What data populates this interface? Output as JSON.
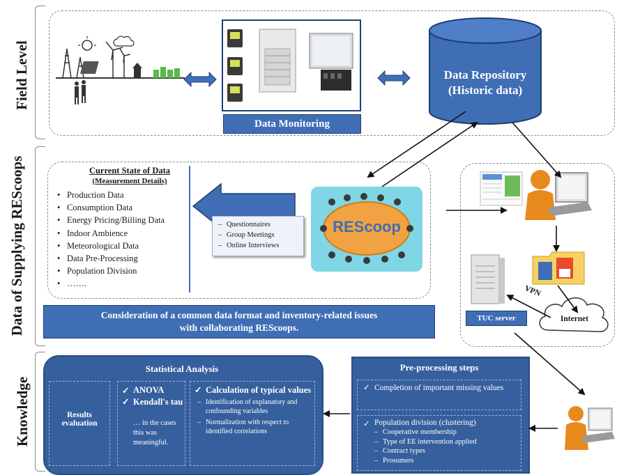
{
  "rows": {
    "field": "Field Level",
    "supply": "Data of Supplying REScoops",
    "knowledge": "Knowledge"
  },
  "field": {
    "monitoring_label": "Data Monitoring",
    "repository_line1": "Data Repository",
    "repository_line2": "(Historic data)"
  },
  "supply": {
    "state_title": "Current State of Data",
    "state_subtitle": "(Measurement Details)",
    "items": [
      "Production Data",
      "Consumption Data",
      "Energy Pricing/Billing Data",
      "Indoor Ambience",
      "Meteorological Data",
      "Data Pre-Processing",
      "Population Division",
      "……."
    ],
    "methods": [
      "Questionnaires",
      "Group Meetings",
      "Online Interviews"
    ],
    "rescoop_logo": "REScoop",
    "banner_line1": "Consideration of a common data format and inventory-related issues",
    "banner_line2": "with collaborating REScoops.",
    "vpn": "VPN",
    "internet": "Internet",
    "tuc_server": "TUC server"
  },
  "knowledge": {
    "stat_title": "Statistical Analysis",
    "results_eval": "Results evaluation",
    "anova": "ANOVA",
    "kendall": "Kendall's tau",
    "kendall_note": "… in the cases this was meaningful.",
    "calc_title": "Calculation of typical values",
    "calc_items": [
      "Identification of explanatory and confounding variables",
      "Normalization with respect to identified correlations"
    ],
    "pre_title": "Pre-processing steps",
    "completion": "Completion of important missing values",
    "population": "Population division (clustering)",
    "pop_items": [
      "Cooperative membership",
      "Type of EE intervention applied",
      "Contract types",
      "Prosumers"
    ]
  },
  "colors": {
    "blue": "#3f6eb5",
    "dark_blue": "#365f9e",
    "orange": "#e8891c"
  }
}
